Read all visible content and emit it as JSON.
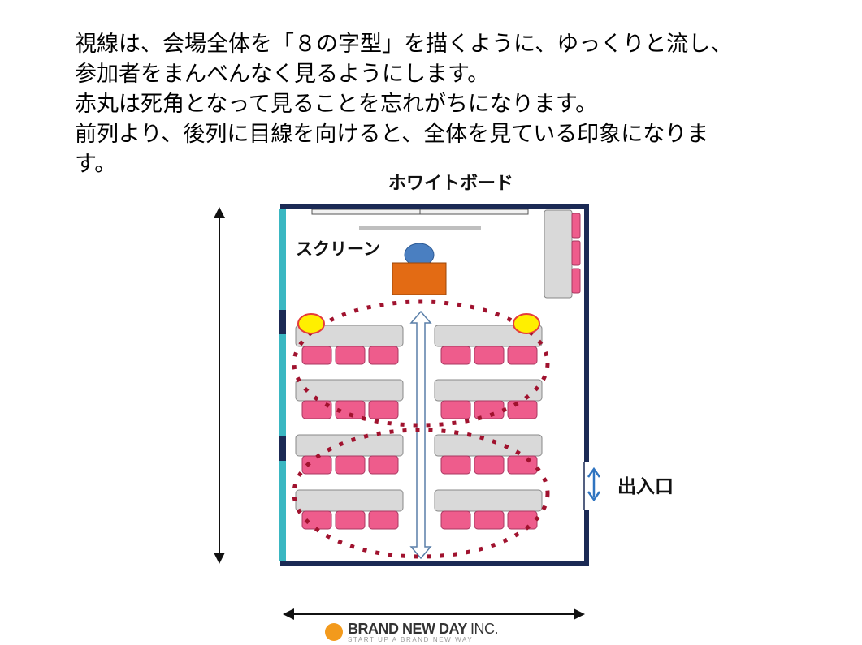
{
  "instructions": {
    "lines": [
      "視線は、会場全体を「８の字型」を描くように、ゆっくりと流し、",
      "参加者をまんべんなく見るようにします。",
      "赤丸は死角となって見ることを忘れがちになります。",
      "前列より、後列に目線を向けると、全体を見ている印象になりま",
      "す。"
    ]
  },
  "room": {
    "whiteboard_label": "ホワイトボード",
    "screen_label": "スクリーン",
    "entrance_label": "出入口"
  },
  "logo": {
    "brand": "BRAND NEW DAY",
    "suffix": "INC.",
    "tagline": "START UP A BRAND NEW WAY"
  },
  "colors": {
    "wall": "#1b2a55",
    "window": "#3ab7c2",
    "desk": "#d9d9d9",
    "chair": "#ee5c8c",
    "podium": "#e36b14",
    "speaker": "#4a7fc1",
    "figure_eight": "#a0122e",
    "blind_spot_fill": "#ffef00",
    "blind_spot_stroke": "#e53b3b",
    "center_arrow": "#5a7fa8",
    "entrance_arrow": "#2f74c0"
  }
}
